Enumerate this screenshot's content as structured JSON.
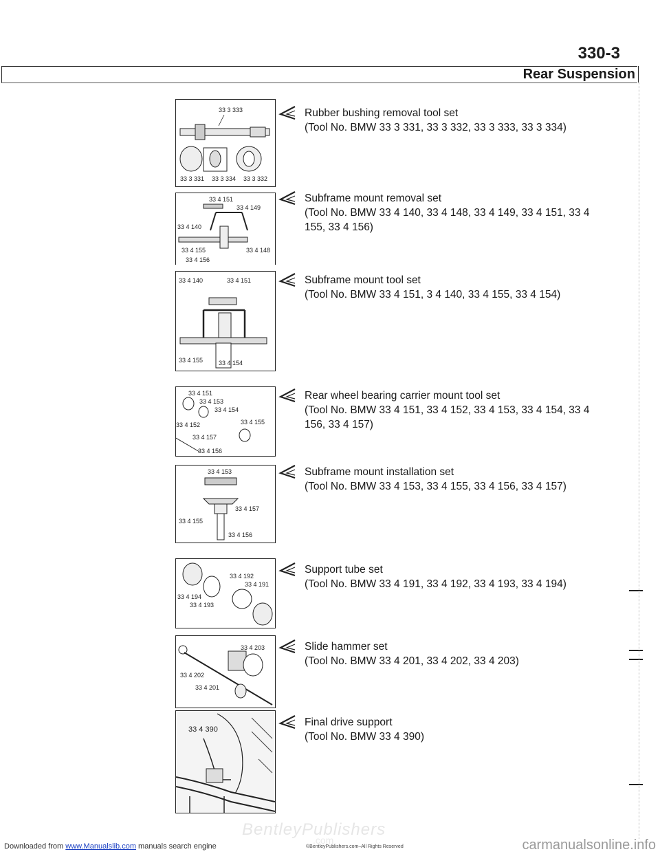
{
  "header": {
    "page_number": "330-3",
    "section": "Rear Suspension"
  },
  "items": [
    {
      "title": "Rubber bushing removal tool set",
      "detail": "(Tool No. BMW 33 3 331, 33 3 332, 33 3 333, 33 3 334)",
      "labels": [
        "33 3 333",
        "33 3 331",
        "33 3 334",
        "33 3 332"
      ]
    },
    {
      "title": "Subframe mount removal set",
      "detail": "(Tool No. BMW 33 4 140, 33 4 148, 33 4 149, 33 4 151, 33 4 155, 33 4 156)",
      "labels": [
        "33 4 151",
        "33 4 149",
        "33 4 140",
        "33 4 155",
        "33 4 148",
        "33 4 156"
      ]
    },
    {
      "title": "Subframe mount tool set",
      "detail": "(Tool No. BMW 33 4 151, 3 4 140, 33 4 155, 33 4 154)",
      "labels": [
        "33 4 140",
        "33 4 151",
        "33 4 155",
        "33 4 154"
      ]
    },
    {
      "title": "Rear wheel bearing carrier mount tool set",
      "detail": "(Tool No. BMW 33 4 151, 33 4 152, 33 4 153, 33 4 154, 33 4 156, 33 4 157)",
      "labels": [
        "33 4 151",
        "33 4 153",
        "33 4 154",
        "33 4 152",
        "33 4 155",
        "33 4 157",
        "33 4 156"
      ]
    },
    {
      "title": "Subframe mount installation set",
      "detail": "(Tool No. BMW 33 4 153, 33 4 155, 33 4 156, 33 4 157)",
      "labels": [
        "33 4 153",
        "33 4 157",
        "33 4 155",
        "33 4 156"
      ]
    },
    {
      "title": "Support tube set",
      "detail": "(Tool No. BMW 33 4 191, 33 4 192, 33 4 193, 33 4 194)",
      "labels": [
        "33 4 192",
        "33 4 191",
        "33 4 194",
        "33 4 193"
      ]
    },
    {
      "title": "Slide hammer set",
      "detail": "(Tool No. BMW 33 4 201, 33 4 202, 33 4 203)",
      "labels": [
        "33 4 203",
        "33 4 202",
        "33 4 201"
      ]
    },
    {
      "title": "Final drive support",
      "detail": "(Tool No. BMW 33 4 390)",
      "labels": [
        "33 4 390"
      ]
    }
  ],
  "footer": {
    "prefix": "Downloaded from ",
    "link": "www.Manualslib.com",
    "suffix": " manuals search engine",
    "copyright": "©BentleyPublishers.com–All Rights Reserved",
    "right": "carmanualsonline.info",
    "watermark": "BentleyPublishers",
    "watermark2": ".com"
  }
}
